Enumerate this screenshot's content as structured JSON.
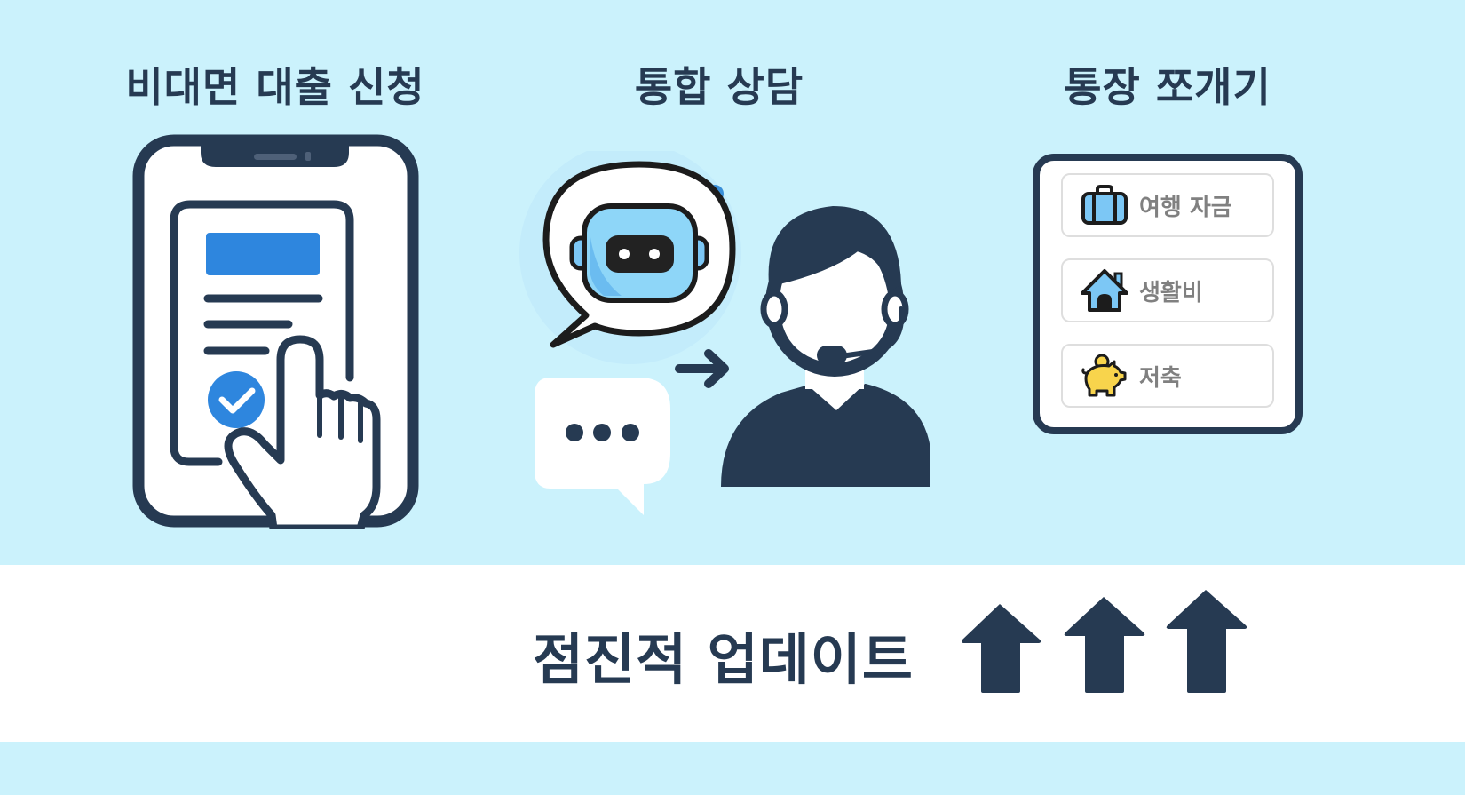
{
  "features": [
    {
      "id": "loan",
      "title": "비대면 대출 신청",
      "icon": "phone-document-tap-icon"
    },
    {
      "id": "consult",
      "title": "통합 상담",
      "icon": "chatbot-to-agent-icon"
    },
    {
      "id": "split",
      "title": "통장 쪼개기",
      "icon": "wallet-categories-icon",
      "items": [
        {
          "label": "여행 자금",
          "icon": "suitcase-icon"
        },
        {
          "label": "생활비",
          "icon": "house-icon"
        },
        {
          "label": "저축",
          "icon": "piggy-bank-icon"
        }
      ]
    }
  ],
  "footer": {
    "label": "점진적 업데이트",
    "icon": "up-arrows-icon",
    "arrow_count": 3
  },
  "colors": {
    "background": "#cbf2fc",
    "navy": "#263a52",
    "accent_blue": "#2e86de",
    "light_blue": "#7cc7f5",
    "yellow": "#f8d44c",
    "band": "#ffffff",
    "muted_text": "#808080"
  }
}
